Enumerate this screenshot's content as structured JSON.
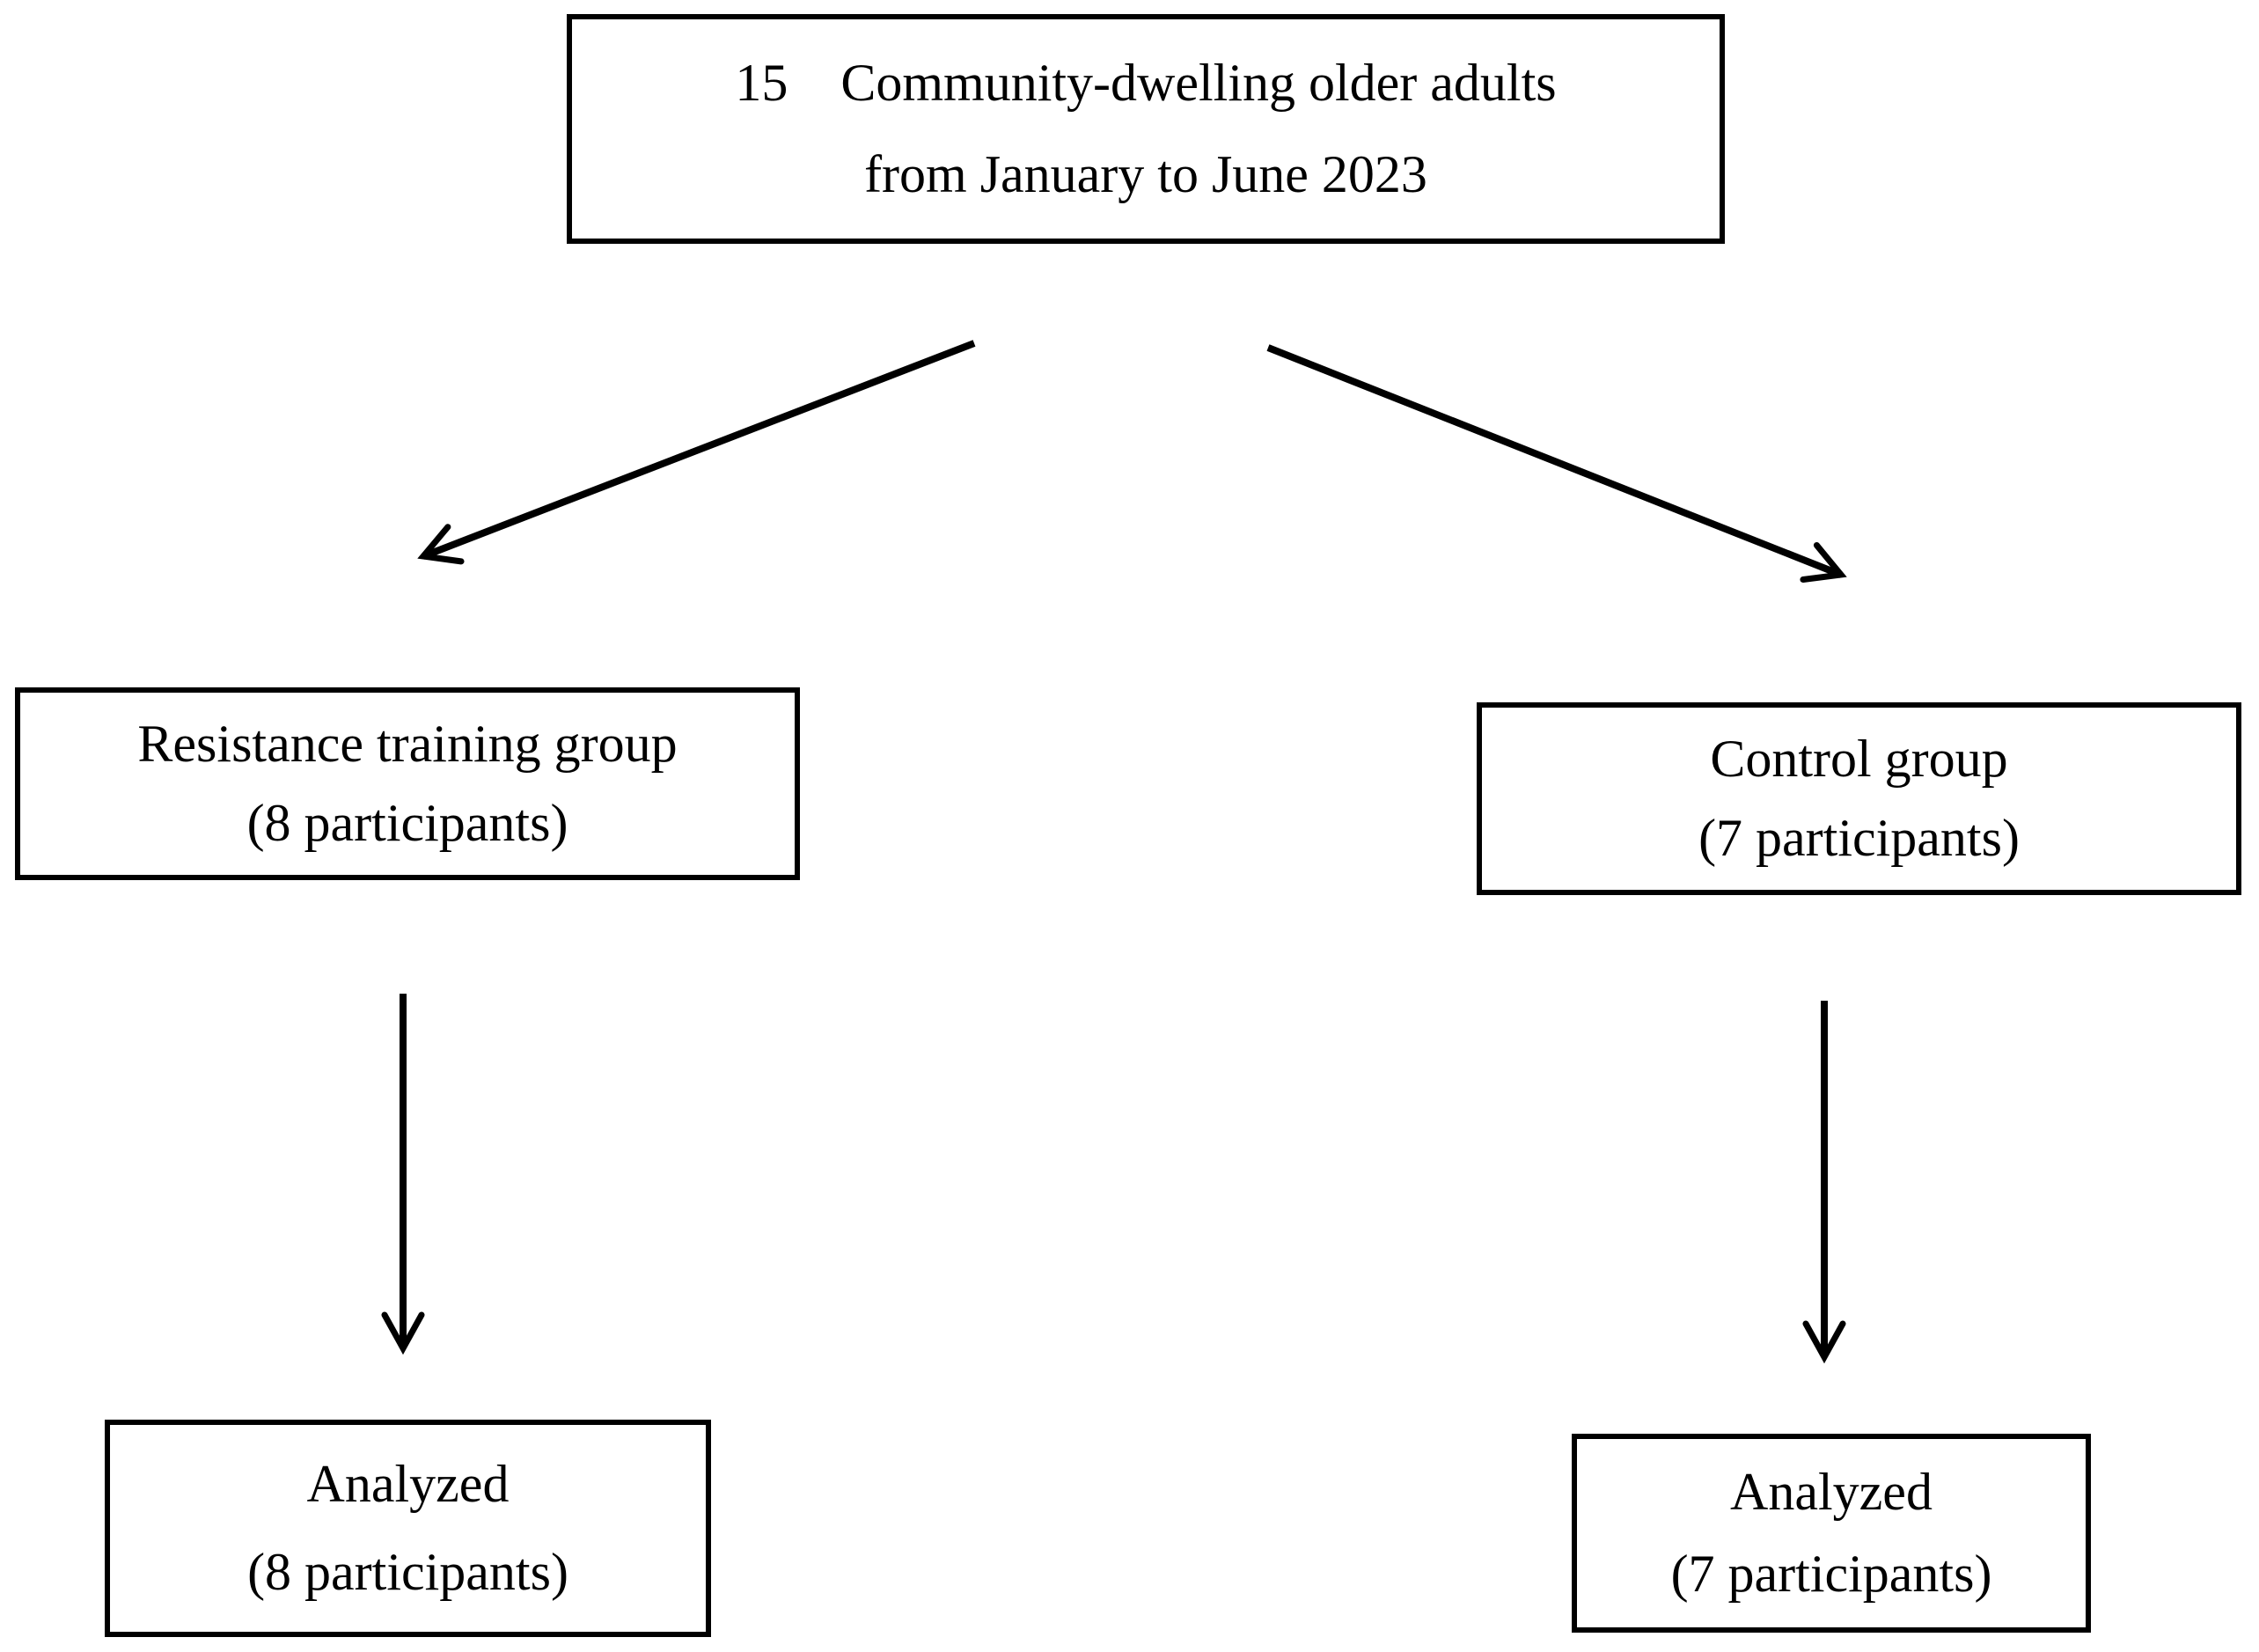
{
  "figure": {
    "background": "#ffffff",
    "border_color": "#000000",
    "text_color": "#000000",
    "enrollment_box": {
      "line1": "15    Community-dwelling older adults",
      "line2": "from January to June 2023"
    },
    "resistance_box": {
      "line1": "Resistance training group",
      "line2": "(8 participants)"
    },
    "control_box": {
      "line1": "Control group",
      "line2": "(7 participants)"
    },
    "resistance_analyzed_box": {
      "line1": "Analyzed",
      "line2": "(8 participants)"
    },
    "control_analyzed_box": {
      "line1": "Analyzed",
      "line2": "(7 participants)"
    }
  }
}
